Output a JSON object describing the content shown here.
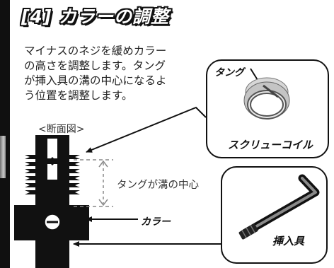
{
  "title": "[4] カラーの調整",
  "description": [
    "マイナスのネジを緩めカラー",
    "の高さを調整します。タング",
    "が挿入具の溝の中心になるよ",
    "う位置を調整します。"
  ],
  "section_label": "<断面図>",
  "labels": {
    "tang": "タング",
    "screw_coil": "スクリューコイル",
    "tool": "挿入具",
    "collar": "カラー",
    "tang_center": "タングが溝の中心"
  }
}
